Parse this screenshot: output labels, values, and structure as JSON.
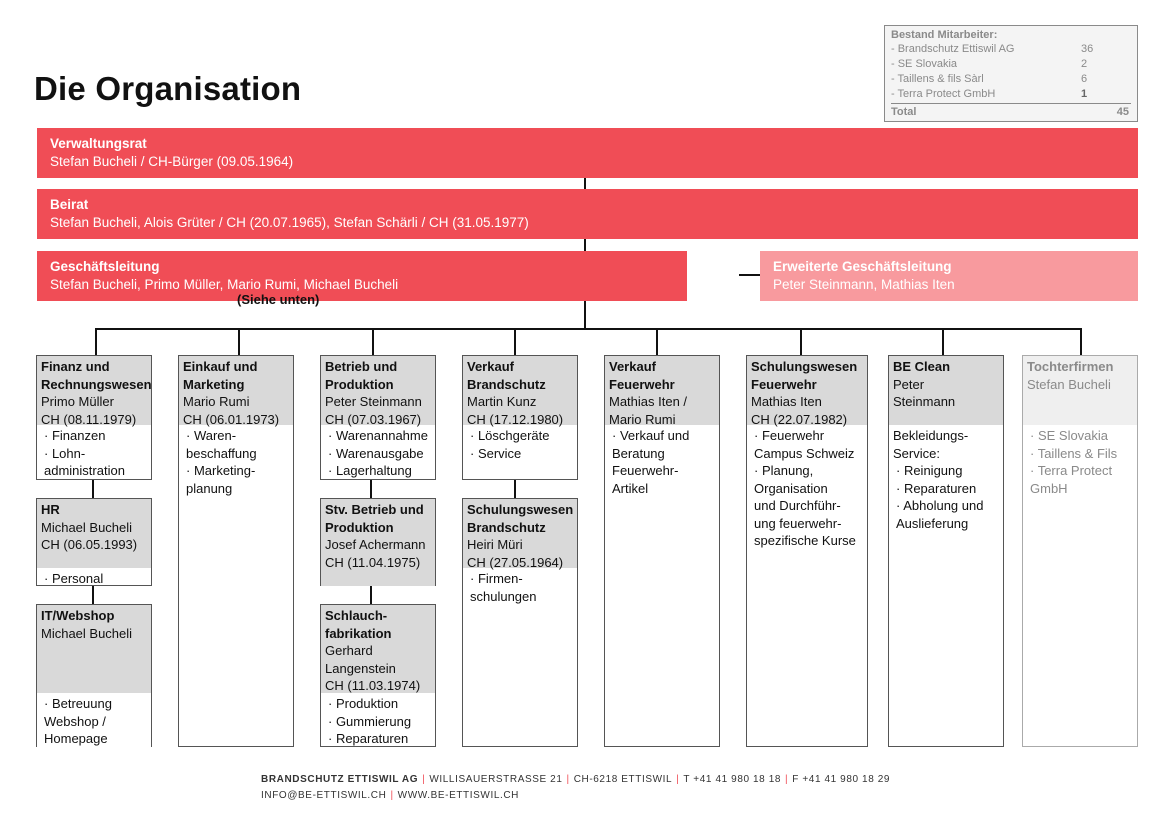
{
  "title": "Die Organisation",
  "staff": {
    "heading": "Bestand Mitarbeiter:",
    "rows": [
      {
        "label": "- Brandschutz Ettiswil AG",
        "value": "36"
      },
      {
        "label": "- SE Slovakia",
        "value": "2"
      },
      {
        "label": "- Taillens & fils Sàrl",
        "value": "6"
      },
      {
        "label": "- Terra Protect GmbH",
        "value": "1"
      }
    ],
    "total_label": "Total",
    "total_value": "45"
  },
  "verwaltungsrat": {
    "title": "Verwaltungsrat",
    "members": "Stefan Bucheli / CH-Bürger (09.05.1964)"
  },
  "beirat": {
    "title": "Beirat",
    "members": "Stefan Bucheli, Alois Grüter / CH (20.07.1965), Stefan Schärli / CH (31.05.1977)"
  },
  "geschaeftsleitung": {
    "title": "Geschäftsleitung",
    "members": "Stefan Bucheli, Primo Müller, Mario Rumi, Michael Bucheli",
    "note": "(Siehe unten)"
  },
  "erweiterte": {
    "title": "Erweiterte Geschäftsleitung",
    "members": "Peter Steinmann, Mathias Iten"
  },
  "columns": {
    "finanz": {
      "t1": "Finanz und",
      "t2": "Rechnungswesen",
      "p1": "Primo Müller",
      "p2": "CH (08.11.1979)",
      "b1": "· Finanzen",
      "b2": "· Lohn-",
      "b3": "administration"
    },
    "hr": {
      "t1": "HR",
      "p1": "Michael Bucheli",
      "p2": "CH (06.05.1993)",
      "b1": "· Personal"
    },
    "it": {
      "t1": "IT/Webshop",
      "p1": "Michael Bucheli",
      "b1": "· Betreuung",
      "b2": "Webshop /",
      "b3": "Homepage"
    },
    "einkauf": {
      "t1": "Einkauf und",
      "t2": "Marketing",
      "p1": "Mario Rumi",
      "p2": "CH (06.01.1973)",
      "b1": "· Waren-",
      "b2": "beschaffung",
      "b3": "· Marketing-",
      "b4": "planung"
    },
    "betrieb": {
      "t1": "Betrieb und",
      "t2": "Produktion",
      "p1": "Peter Steinmann",
      "p2": "CH (07.03.1967)",
      "b1": "· Warenannahme",
      "b2": "· Warenausgabe",
      "b3": "· Lagerhaltung"
    },
    "stv": {
      "t1": "Stv. Betrieb und",
      "t2": "Produktion",
      "p1": "Josef Achermann",
      "p2": "CH (11.04.1975)"
    },
    "schlauch": {
      "t1": "Schlauch-",
      "t2": "fabrikation",
      "p1": "Gerhard",
      "p2": "Langenstein",
      "p3": "CH (11.03.1974)",
      "b1": "· Produktion",
      "b2": "· Gummierung",
      "b3": "· Reparaturen"
    },
    "vkbrand": {
      "t1": "Verkauf",
      "t2": "Brandschutz",
      "p1": "Martin Kunz",
      "p2": "CH (17.12.1980)",
      "b1": "· Löschgeräte",
      "b2": "· Service"
    },
    "schulbrand": {
      "t1": "Schulungswesen",
      "t2": "Brandschutz",
      "p1": "Heiri Müri",
      "p2": "CH (27.05.1964)",
      "b1": "· Firmen-",
      "b2": "schulungen"
    },
    "vkfeuer": {
      "t1": "Verkauf",
      "t2": "Feuerwehr",
      "p1": "Mathias Iten /",
      "p2": "Mario Rumi",
      "b1": "· Verkauf und",
      "b2": "Beratung",
      "b3": "Feuerwehr-",
      "b4": "Artikel"
    },
    "schulfeuer": {
      "t1": "Schulungswesen",
      "t2": "Feuerwehr",
      "p1": "Mathias Iten",
      "p2": "CH (22.07.1982)",
      "b1": "· Feuerwehr",
      "b2": "Campus Schweiz",
      "b3": "· Planung,",
      "b4": "Organisation",
      "b5": "und Durchführ-",
      "b6": "ung feuerwehr-",
      "b7": "spezifische Kurse"
    },
    "beclean": {
      "t1": "BE Clean",
      "p1": "Peter",
      "p2": "Steinmann",
      "b0": "Bekleidungs-",
      "b0b": "Service:",
      "b1": "· Reinigung",
      "b2": "· Reparaturen",
      "b3": "· Abholung und",
      "b4": "Auslieferung"
    },
    "tochter": {
      "t1": "Tochterfirmen",
      "p1": "Stefan Bucheli",
      "b1": "· SE Slovakia",
      "b2": "· Taillens & Fils",
      "b3": "· Terra Protect",
      "b4": "GmbH"
    }
  },
  "footer": {
    "company": "BRANDSCHUTZ ETTISWIL AG",
    "street": "WILLISAUERSTRASSE 21",
    "city": "CH-6218 ETTISWIL",
    "phone": "T +41 41 980 18 18",
    "fax": "F +41 41 980 18 29",
    "email": "INFO@BE-ETTISWIL.CH",
    "web": "WWW.BE-ETTISWIL.CH"
  }
}
